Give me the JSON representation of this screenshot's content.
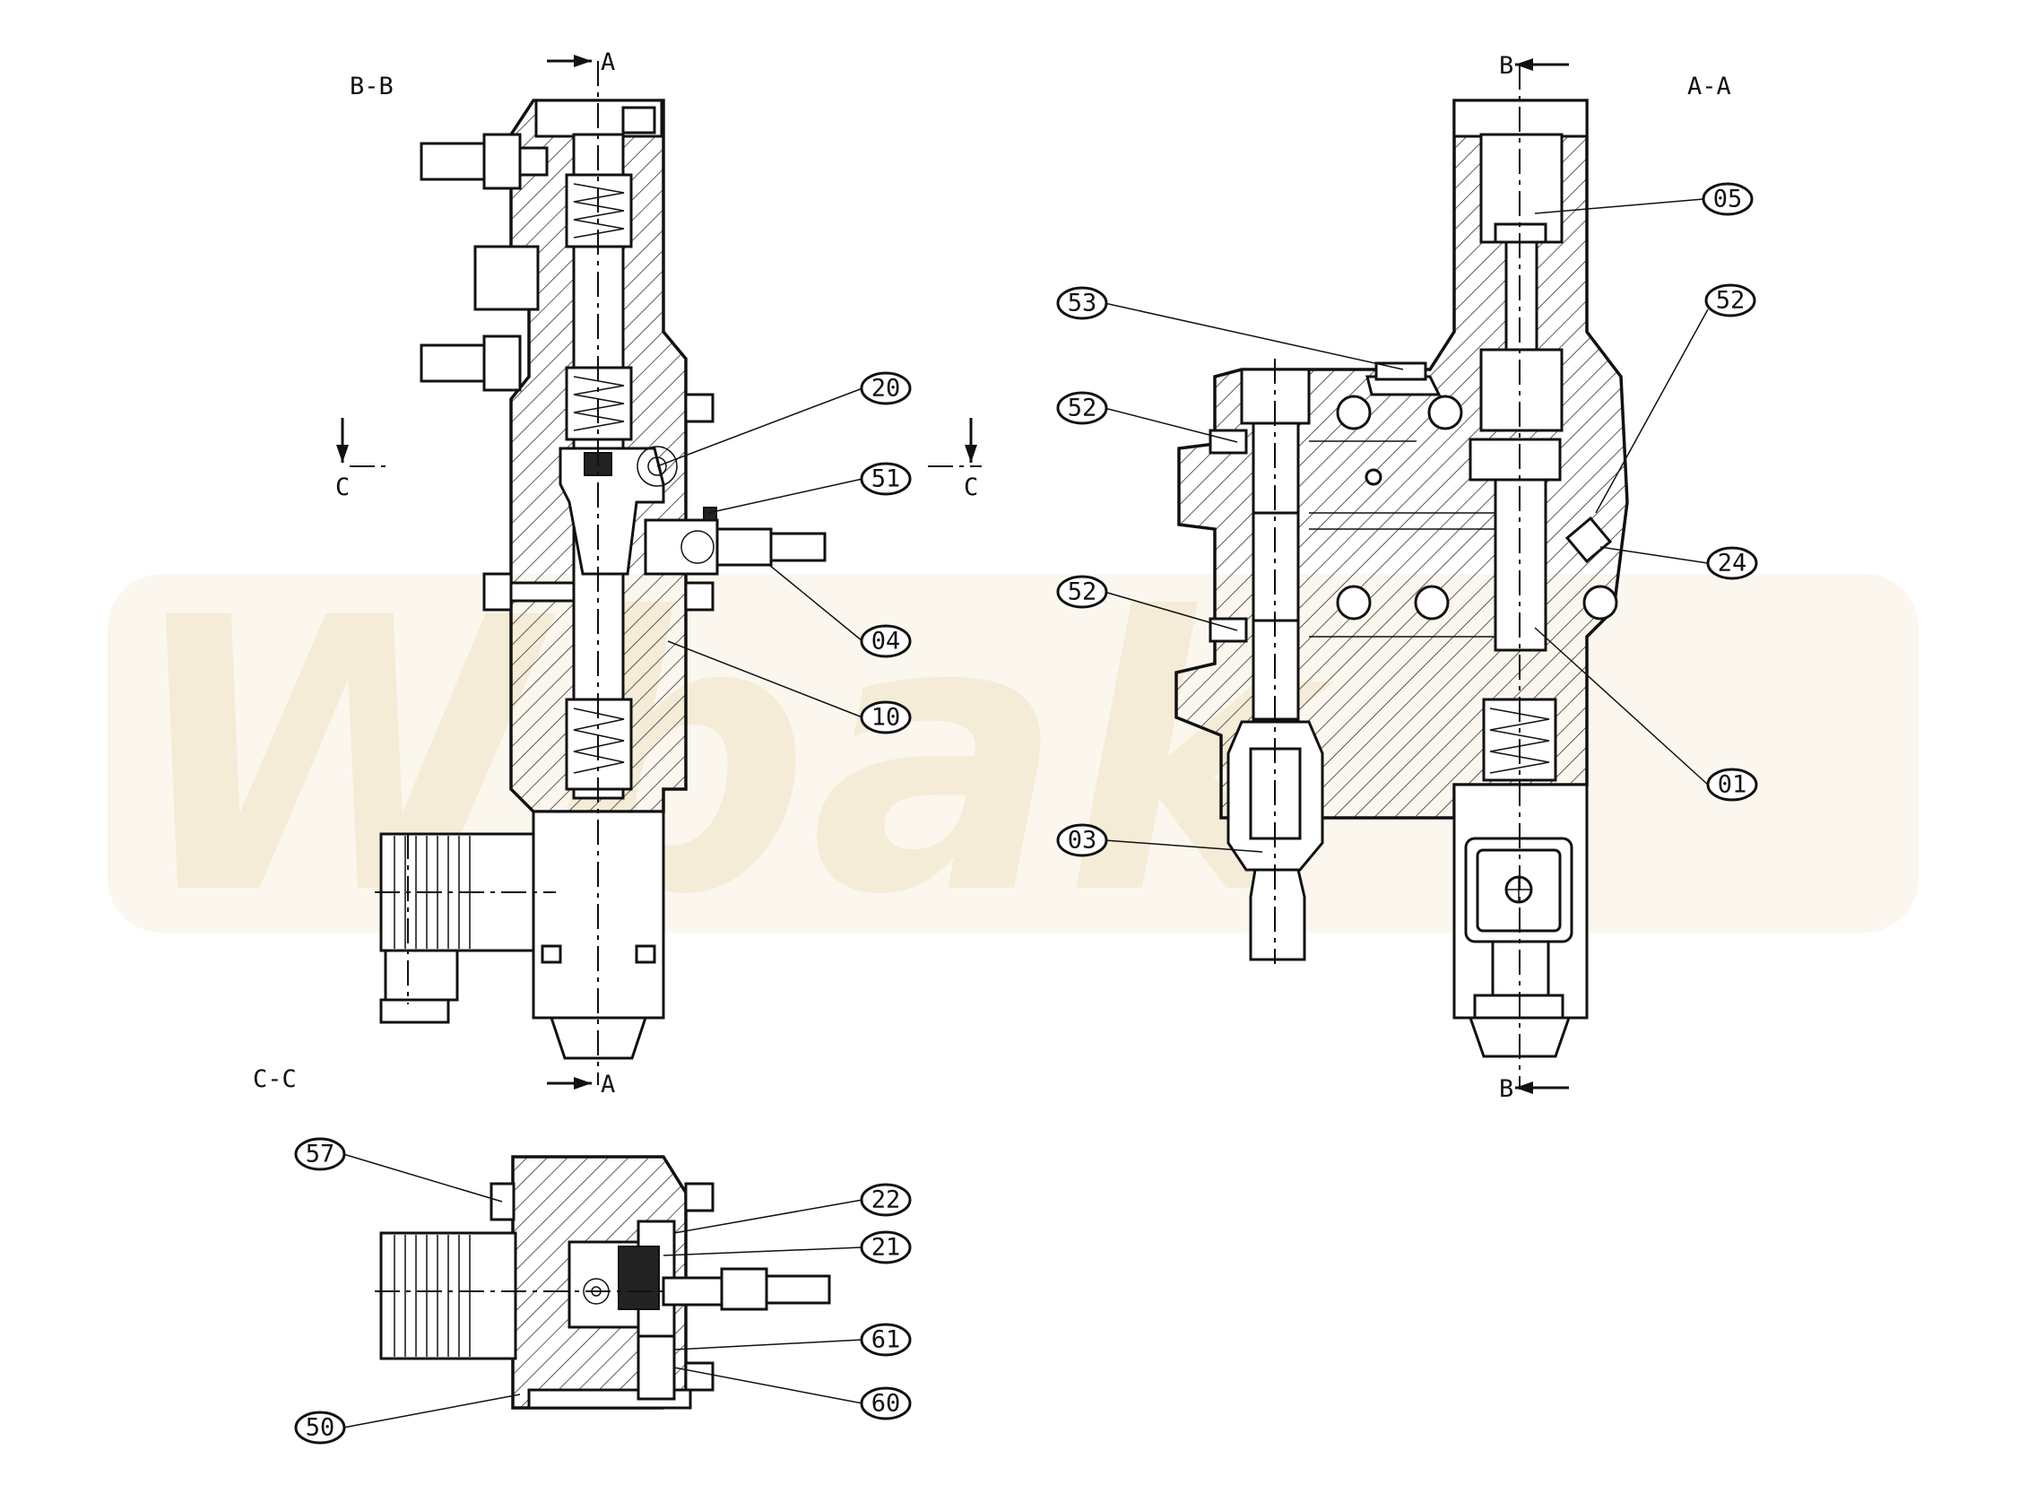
{
  "watermark": "Wbak",
  "views": {
    "bb": "B-B",
    "aa": "A-A",
    "cc": "C-C"
  },
  "section_marks": {
    "a_top": "A",
    "a_bottom": "A",
    "b_top": "B",
    "b_bottom": "B",
    "c_left": "C",
    "c_right": "C"
  },
  "callouts": {
    "p20": "20",
    "p51": "51",
    "p04": "04",
    "p10": "10",
    "p05": "05",
    "p52a": "52",
    "p53": "53",
    "p52b": "52",
    "p52c": "52",
    "p24": "24",
    "p01": "01",
    "p03": "03",
    "p57": "57",
    "p22": "22",
    "p21": "21",
    "p61": "61",
    "p60": "60",
    "p50": "50"
  }
}
